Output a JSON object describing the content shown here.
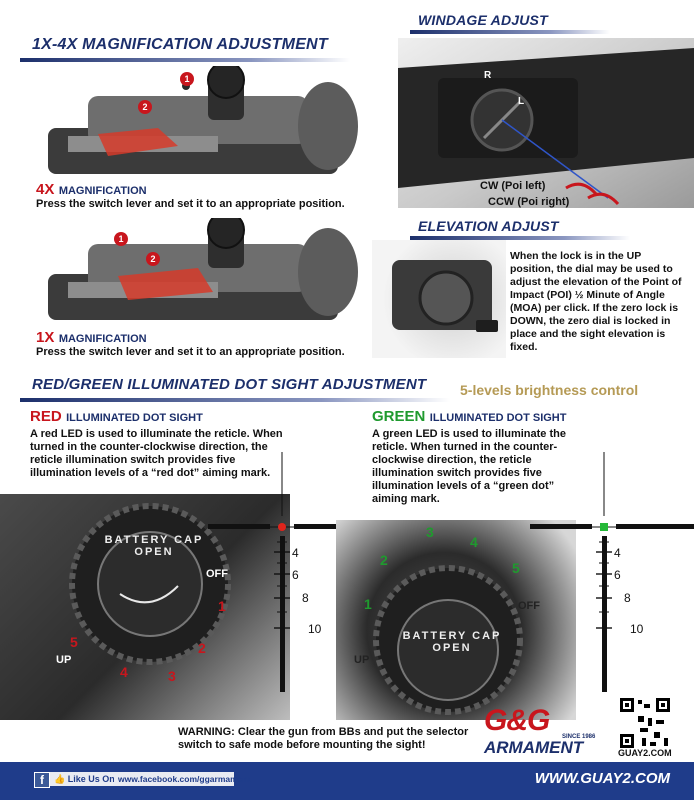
{
  "sections": {
    "magnification_title": "1X-4X MAGNIFICATION ADJUSTMENT",
    "windage_title": "WINDAGE ADJUST",
    "elevation_title": "ELEVATION ADJUST",
    "dot_sight_title": "RED/GREEN ILLUMINATED DOT SIGHT  ADJUSTMENT",
    "brightness_note": "5-levels brightness control"
  },
  "magnification": {
    "mag4": {
      "big": "4X",
      "small": "MAGNIFICATION",
      "text": "Press the switch lever and set it to an appropriate position."
    },
    "mag1": {
      "big": "1X",
      "small": "MAGNIFICATION",
      "text": "Press the switch lever and set it to an appropriate position."
    },
    "markers": [
      "1",
      "2"
    ]
  },
  "windage": {
    "cw": "CW (Poi left)",
    "ccw": "CCW (Poi right)",
    "r": "R",
    "l": "L"
  },
  "elevation": {
    "text": "When the lock is in the UP position, the dial may be used to adjust the elevation of the Point of Impact (POI) ½ Minute of Angle (MOA) per click. If the zero lock is DOWN, the zero dial is locked in place and the sight elevation is fixed."
  },
  "red_dot": {
    "big": "RED",
    "small": "ILLUMINATED DOT SIGHT",
    "text": "A red LED is used to illuminate the reticle. When turned in the counter-clockwise direction, the reticle illumination switch provides five illumination levels of a “red dot” aiming mark.",
    "levels": [
      "1",
      "2",
      "3",
      "4",
      "5"
    ],
    "dial_text": "BATTERY CAP OPEN",
    "off": "OFF",
    "up": "UP"
  },
  "green_dot": {
    "big": "GREEN",
    "small": "ILLUMINATED DOT SIGHT",
    "text": "A green LED is used to illuminate the reticle. When turned in the counter-clockwise direction, the reticle illumination switch provides five illumination levels of a “green dot” aiming mark.",
    "levels": [
      "1",
      "2",
      "3",
      "4",
      "5"
    ],
    "dial_text": "BATTERY CAP OPEN",
    "off": "OFF",
    "up": "UP"
  },
  "reticle": {
    "labels": [
      "4",
      "6",
      "8",
      "10"
    ]
  },
  "warning": "WARNING: Clear the gun from BBs and put the selector switch to safe mode before mounting the sight!",
  "brand": {
    "logo": "G&G",
    "since": "SINCE 1986",
    "armament": "ARMAMENT",
    "qr_url": "GUAY2.COM"
  },
  "footer": {
    "like_us": "Like Us On",
    "facebook": "www.facebook.com/ggarmament",
    "website": "WWW.GUAY2.COM"
  },
  "colors": {
    "navy": "#1c2f6b",
    "red": "#c8161d",
    "green": "#1f9a2e",
    "footer_blue": "#1f3c8a"
  }
}
